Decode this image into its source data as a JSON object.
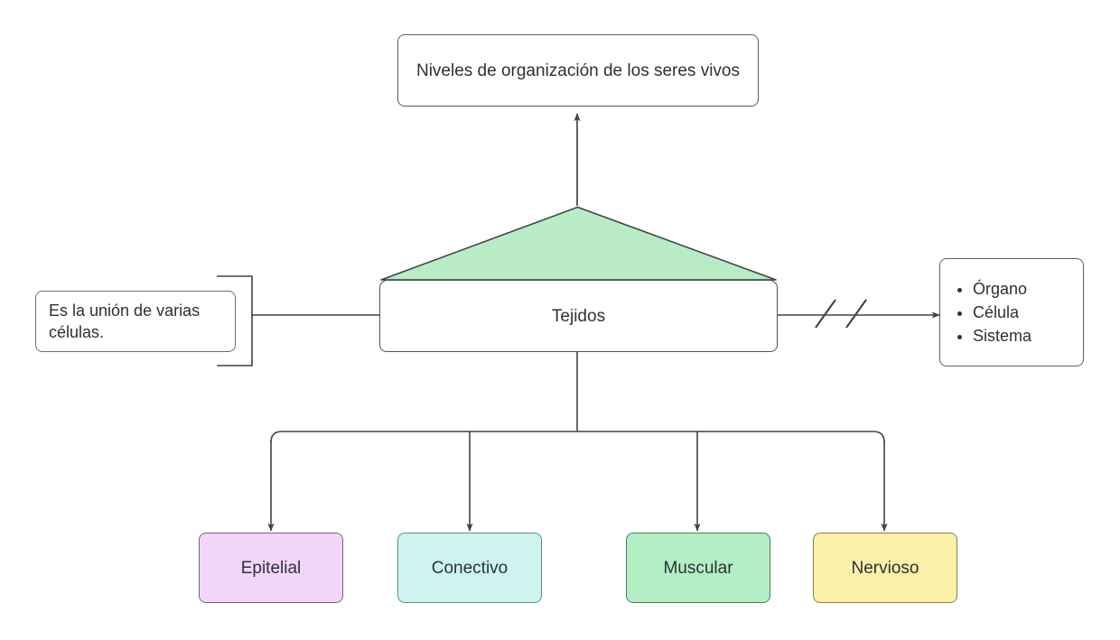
{
  "diagram": {
    "title_node": {
      "label": "Niveles de organización de los seres vivos"
    },
    "central_node": {
      "label": "Tejidos",
      "roof_color": "#b9ecc4",
      "roof_stroke": "#3d4349"
    },
    "note_node": {
      "label": "Es la unión de varias células."
    },
    "list_node": {
      "items": [
        "Órgano",
        "Célula",
        "Sistema"
      ]
    },
    "leaves": [
      {
        "label": "Epitelial",
        "fill": "#f2d6f7",
        "stroke": "#7a6182"
      },
      {
        "label": "Conectivo",
        "fill": "#cff4ef",
        "stroke": "#5f8d88"
      },
      {
        "label": "Muscular",
        "fill": "#b4eec4",
        "stroke": "#4f7d5c"
      },
      {
        "label": "Nervioso",
        "fill": "#fbf0a8",
        "stroke": "#87813a"
      }
    ],
    "edges": {
      "up_arrow_label": "",
      "right_arrow_label": "",
      "slash_marks": 2
    },
    "colors": {
      "text": "#2b3137",
      "line": "#3d4349",
      "background": "#ffffff"
    }
  }
}
